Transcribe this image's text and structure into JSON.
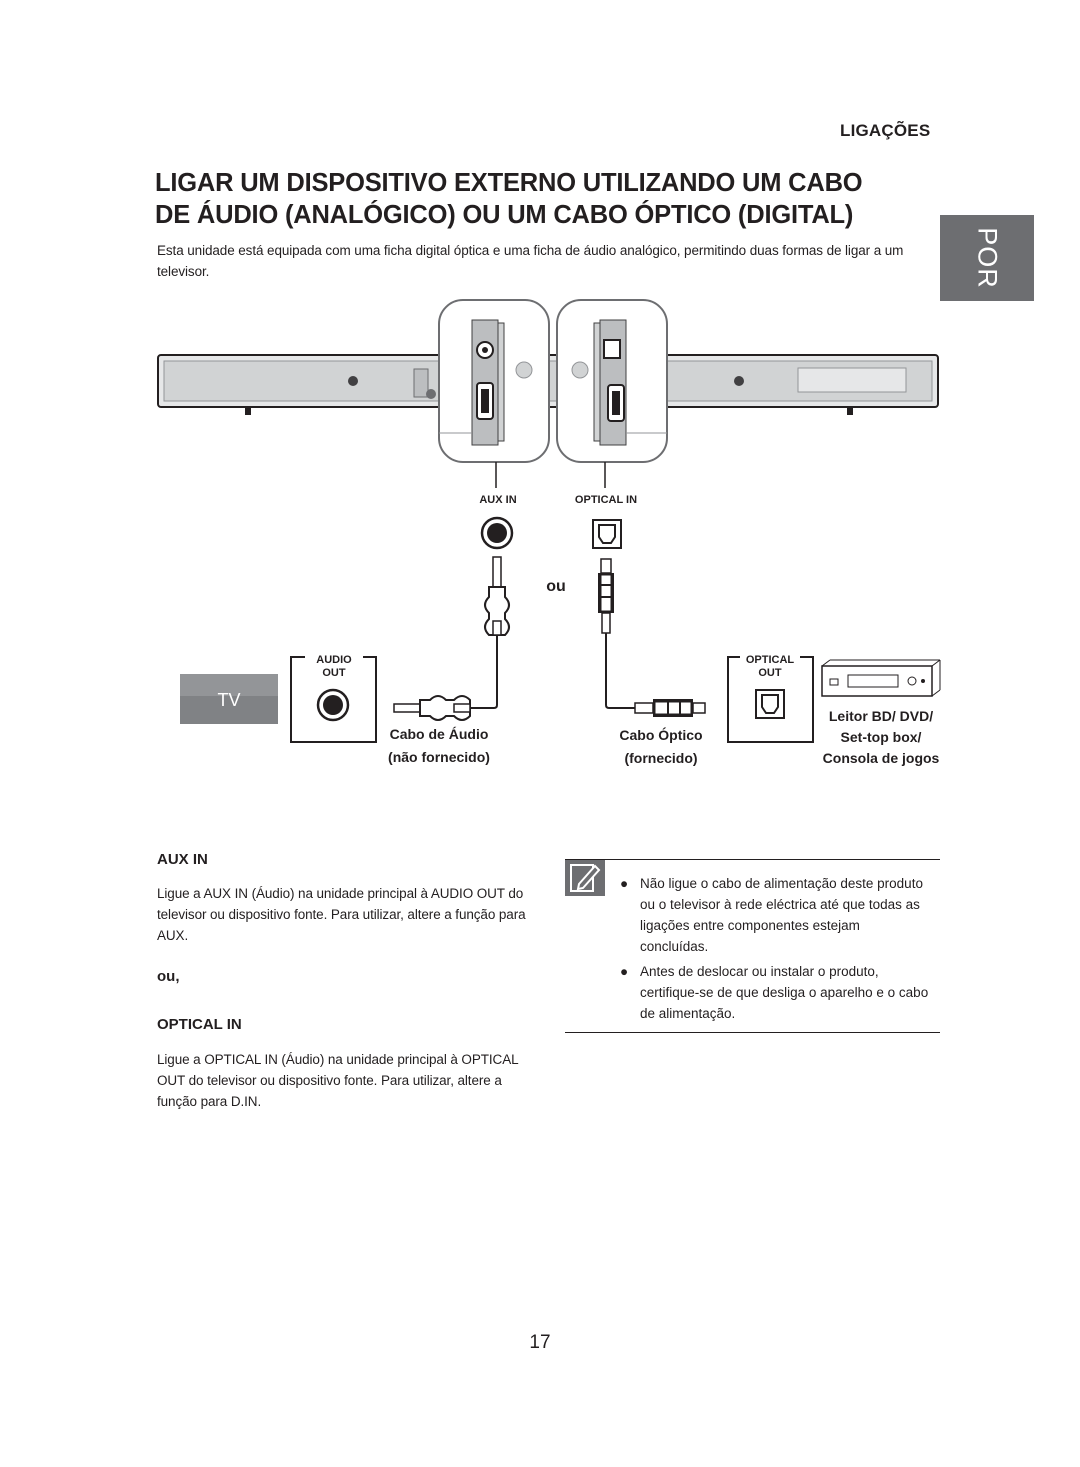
{
  "header": {
    "section": "LIGAÇÕES",
    "title_line1": "LIGAR UM DISPOSITIVO EXTERNO UTILIZANDO UM CABO",
    "title_line2": "DE ÁUDIO (ANALÓGICO) OU UM CABO ÓPTICO (DIGITAL)",
    "intro": "Esta unidade está equipada com uma ficha digital óptica e uma ficha de áudio analógico, permitindo duas formas de ligar a um televisor.",
    "lang_tab": "POR"
  },
  "diagram": {
    "aux_in_label": "AUX IN",
    "optical_in_label": "OPTICAL IN",
    "or_label": "ou",
    "tv_label": "TV",
    "audio_out_line1": "AUDIO",
    "audio_out_line2": "OUT",
    "optical_out_line1": "OPTICAL",
    "optical_out_line2": "OUT",
    "audio_cable_line1": "Cabo de Áudio",
    "audio_cable_line2": "(não fornecido)",
    "optical_cable_line1": "Cabo Óptico",
    "optical_cable_line2": "(fornecido)",
    "device_line1": "Leitor BD/ DVD/",
    "device_line2": "Set-top box/",
    "device_line3": "Consola de jogos"
  },
  "aux_section": {
    "heading": "AUX IN",
    "text_1": "Ligue a ",
    "text_bold_1": "AUX IN",
    "text_2": " (Áudio) na unidade principal à AUDIO OUT do televisor ou dispositivo fonte. Para utilizar, altere a função para ",
    "text_bold_2": "AUX",
    "text_3": "."
  },
  "or_separator": "ou,",
  "optical_section": {
    "heading": "OPTICAL IN",
    "text_1": "Ligue a ",
    "text_bold_1": "OPTICAL IN",
    "text_2": " (Áudio) na unidade principal à OPTICAL OUT do televisor ou dispositivo fonte. Para utilizar, altere a função para ",
    "text_bold_2": "D.IN",
    "text_3": "."
  },
  "notes": {
    "icon": "note-pencil-icon",
    "bullet": "●",
    "items": [
      "Não ligue o cabo de alimentação deste produto ou o televisor à rede eléctrica até que todas as ligações entre componentes estejam concluídas.",
      "Antes de deslocar ou instalar o produto, certifique-se de que desliga o aparelho e o cabo de alimentação."
    ]
  },
  "page_number": "17",
  "colors": {
    "text": "#231f20",
    "tab_gray": "#6d6e71",
    "tv_gray": "#808285"
  }
}
